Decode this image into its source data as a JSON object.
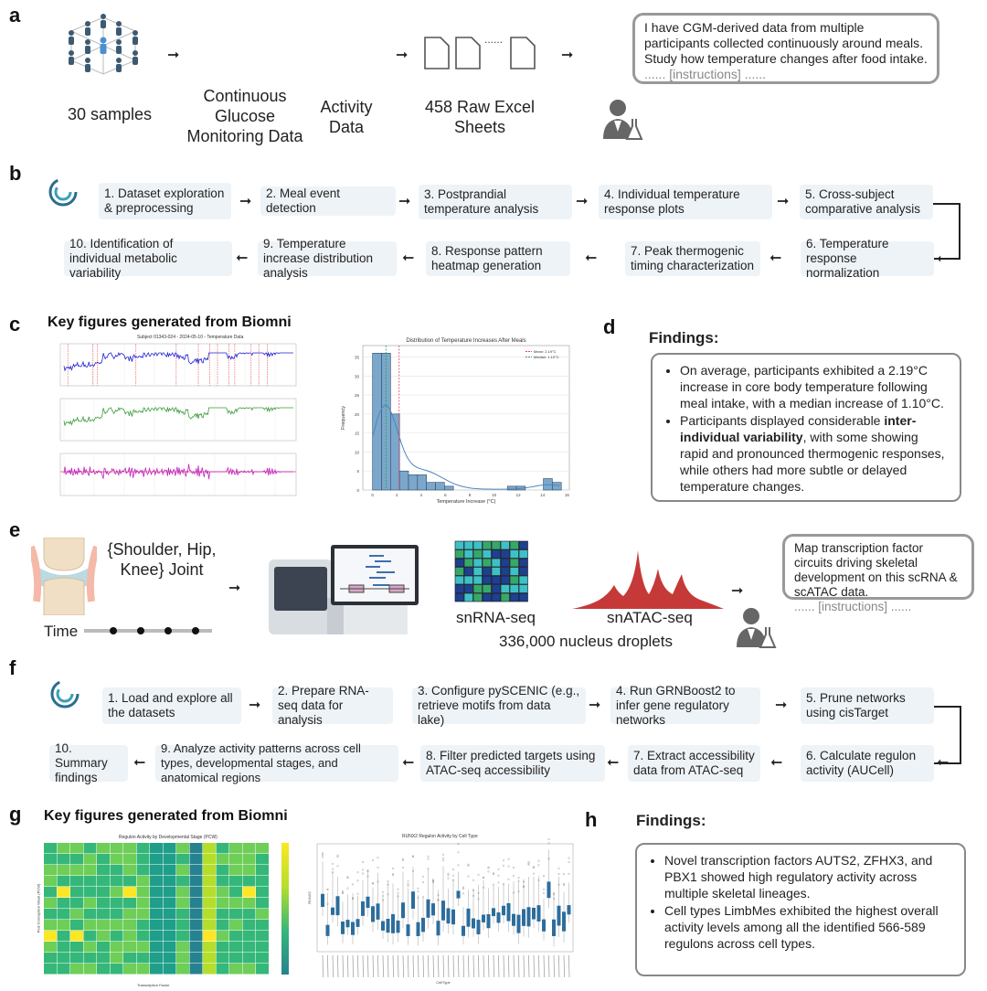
{
  "panel_a": {
    "label": "a",
    "samples": "30 samples",
    "cgm": "Continuous Glucose Monitoring Data",
    "activity": "Activity Data",
    "dots": "......",
    "sheets": "458 Raw Excel Sheets",
    "prompt": "I have CGM-derived data from multiple participants collected continuously around meals. Study how temperature changes after food intake.",
    "instructions": "...... [instructions] ......"
  },
  "panel_b": {
    "label": "b",
    "steps": [
      "1. Dataset exploration & preprocessing",
      "2. Meal event detection",
      "3. Postprandial temperature analysis",
      "4. Individual temperature response plots",
      "5. Cross-subject comparative analysis",
      "6. Temperature response normalization",
      "7. Peak thermogenic timing characterization",
      "8. Response pattern heatmap generation",
      "9. Temperature increase distribution analysis",
      "10. Identification of individual metabolic variability"
    ]
  },
  "panel_c": {
    "label": "c",
    "title": "Key figures generated from Biomni",
    "timeseries_title": "Subject 01343-024 - 2024-05-10 - Temperature Data"
  },
  "panel_d": {
    "label": "d",
    "title": "Findings:",
    "bullet1": "On average, participants exhibited a 2.19°C increase in core body temperature following meal intake, with a median increase of 1.10°C.",
    "bullet2_pre": "Participants displayed considerable ",
    "bullet2_bold": "inter-individual variability",
    "bullet2_post": ", with some showing rapid and pronounced thermogenic responses, while others had more subtle or delayed temperature changes."
  },
  "panel_e": {
    "label": "e",
    "joints": "{Shoulder, Hip, Knee} Joint",
    "time": "Time",
    "snrna": "snRNA-seq",
    "snatac": "snATAC-seq",
    "droplets": "336,000 nucleus droplets",
    "prompt": "Map transcription factor circuits driving skeletal development on this scRNA & scATAC data.",
    "instructions": "...... [instructions] ......"
  },
  "panel_f": {
    "label": "f",
    "steps": [
      "1. Load and explore all the datasets",
      "2. Prepare RNA-seq data for analysis",
      "3. Configure pySCENIC (e.g., retrieve motifs from data lake)",
      "4. Run GRNBoost2 to infer gene regulatory networks",
      "5. Prune networks using cisTarget",
      "6. Calculate regulon activity (AUCell)",
      "7. Extract accessibility data from ATAC-seq",
      "8. Filter predicted targets using ATAC-seq accessibility",
      "9. Analyze activity patterns across cell types, developmental stages, and anatomical regions",
      "10. Summary findings"
    ]
  },
  "panel_g": {
    "label": "g",
    "title": "Key figures generated from Biomni",
    "heatmap_title": "Regulon Activity by Developmental Stage (PCW)",
    "heatmap_xlabel": "Transcription Factor",
    "heatmap_ylabel": "Post Conception Week (PCW)",
    "boxplot_title": "RUNX2 Regulon Activity by Cell Type",
    "boxplot_xlabel": "CellType",
    "boxplot_ylabel": "RUNX2"
  },
  "panel_h": {
    "label": "h",
    "title": "Findings:",
    "bullet1": "Novel transcription factors AUTS2, ZFHX3, and PBX1 showed high regulatory activity across multiple skeletal lineages.",
    "bullet2": "Cell types LimbMes exhibited the highest overall activity levels among all the identified 566-589 regulons across cell types."
  },
  "colors": {
    "box_fill": "#eef3f7",
    "hist": "#7ba7cc",
    "mean": "#e0425a",
    "median": "#2f9e3f"
  },
  "chart_data": {
    "type": "bar",
    "title": "Distribution of Temperature Increases After Meals",
    "xlabel": "Temperature Increase (°C)",
    "ylabel": "Frequency",
    "bin_width": 0.74,
    "bin_start": 0,
    "values": [
      36,
      36,
      20,
      5,
      4,
      4,
      2,
      2,
      1,
      0,
      0,
      0,
      0,
      0,
      0,
      1,
      1,
      0,
      0,
      3,
      2
    ],
    "xlim": [
      -0.8,
      16.2
    ],
    "ylim": [
      0,
      38
    ],
    "xticks": [
      "0",
      "2",
      "4",
      "6",
      "8",
      "10",
      "12",
      "14",
      "16"
    ],
    "yticks": [
      "0",
      "5",
      "10",
      "15",
      "20",
      "25",
      "30",
      "35"
    ],
    "mean": 2.19,
    "median": 1.1,
    "legend": [
      "Mean: 2.19°C",
      "Median: 1.10°C"
    ],
    "legend_position": "top-right"
  }
}
